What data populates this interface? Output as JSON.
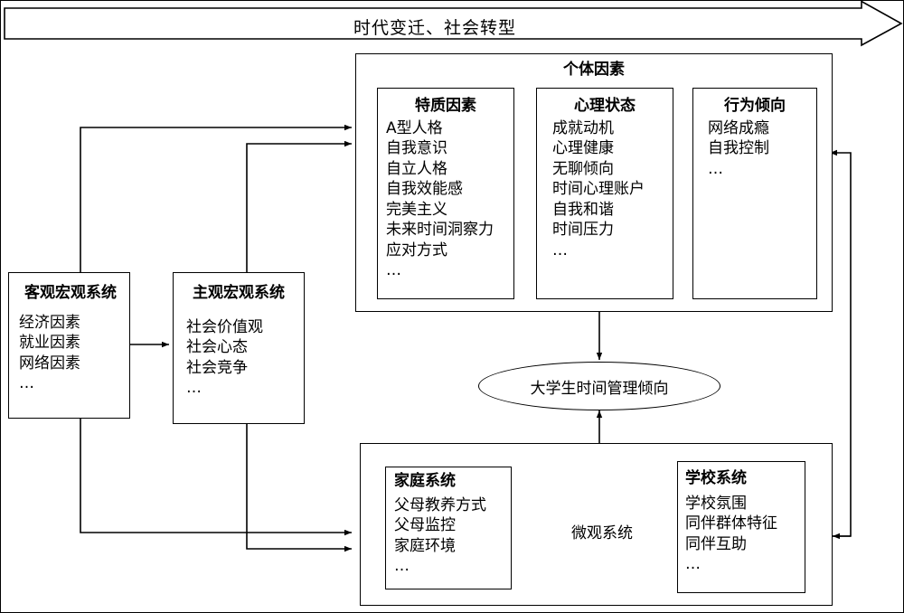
{
  "banner": {
    "label": "时代变迁、社会转型"
  },
  "individual": {
    "title": "个体因素",
    "trait": {
      "title": "特质因素",
      "items": [
        "A型人格",
        "自我意识",
        "自立人格",
        "自我效能感",
        "完美主义",
        "未来时间洞察力",
        "应对方式",
        "…"
      ]
    },
    "psych": {
      "title": "心理状态",
      "items": [
        "成就动机",
        "心理健康",
        "无聊倾向",
        "时间心理账户",
        "自我和谐",
        "时间压力",
        "…"
      ]
    },
    "behavior": {
      "title": "行为倾向",
      "items": [
        "网络成瘾",
        "自我控制",
        "…"
      ]
    }
  },
  "objective_macro": {
    "title": "客观宏观系统",
    "items": [
      "经济因素",
      "就业因素",
      "网络因素",
      "…"
    ]
  },
  "subjective_macro": {
    "title": "主观宏观系统",
    "items": [
      "社会价值观",
      "社会心态",
      "社会竞争",
      "…"
    ]
  },
  "outcome": {
    "label": "大学生时间管理倾向"
  },
  "micro": {
    "title": "微观系统",
    "family": {
      "title": "家庭系统",
      "items": [
        "父母教养方式",
        "父母监控",
        "家庭环境",
        "…"
      ]
    },
    "school": {
      "title": "学校系统",
      "items": [
        "学校氛围",
        "同伴群体特征",
        "同伴互助",
        "…"
      ]
    }
  },
  "colors": {
    "stroke": "#000000",
    "background": "#ffffff"
  }
}
